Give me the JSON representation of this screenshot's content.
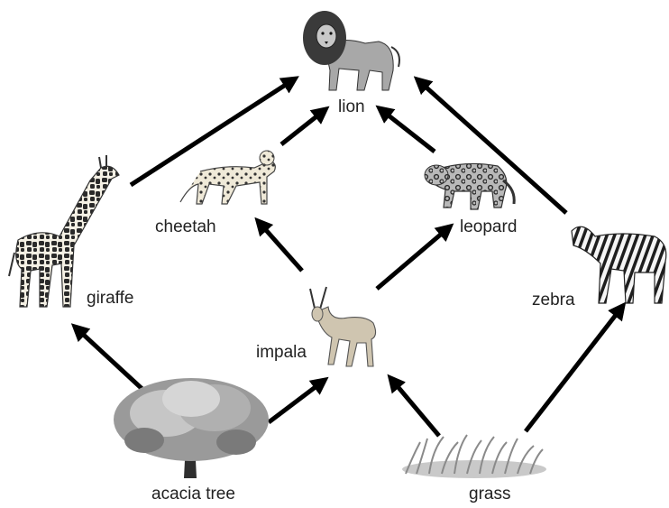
{
  "organisms": {
    "lion": "lion",
    "cheetah": "cheetah",
    "leopard": "leopard",
    "giraffe": "giraffe",
    "zebra": "zebra",
    "impala": "impala",
    "acacia_tree": "acacia tree",
    "grass": "grass"
  },
  "food_web": [
    {
      "from": "acacia tree",
      "to": "giraffe"
    },
    {
      "from": "acacia tree",
      "to": "impala"
    },
    {
      "from": "grass",
      "to": "impala"
    },
    {
      "from": "grass",
      "to": "zebra"
    },
    {
      "from": "impala",
      "to": "cheetah"
    },
    {
      "from": "impala",
      "to": "leopard"
    },
    {
      "from": "cheetah",
      "to": "lion"
    },
    {
      "from": "leopard",
      "to": "lion"
    },
    {
      "from": "giraffe",
      "to": "lion"
    },
    {
      "from": "zebra",
      "to": "lion"
    }
  ],
  "colors": {
    "arrow": "#000000",
    "text": "#222222",
    "illustration_dark": "#333333",
    "illustration_mid": "#8c8c8c",
    "illustration_light": "#d9d9d9"
  }
}
